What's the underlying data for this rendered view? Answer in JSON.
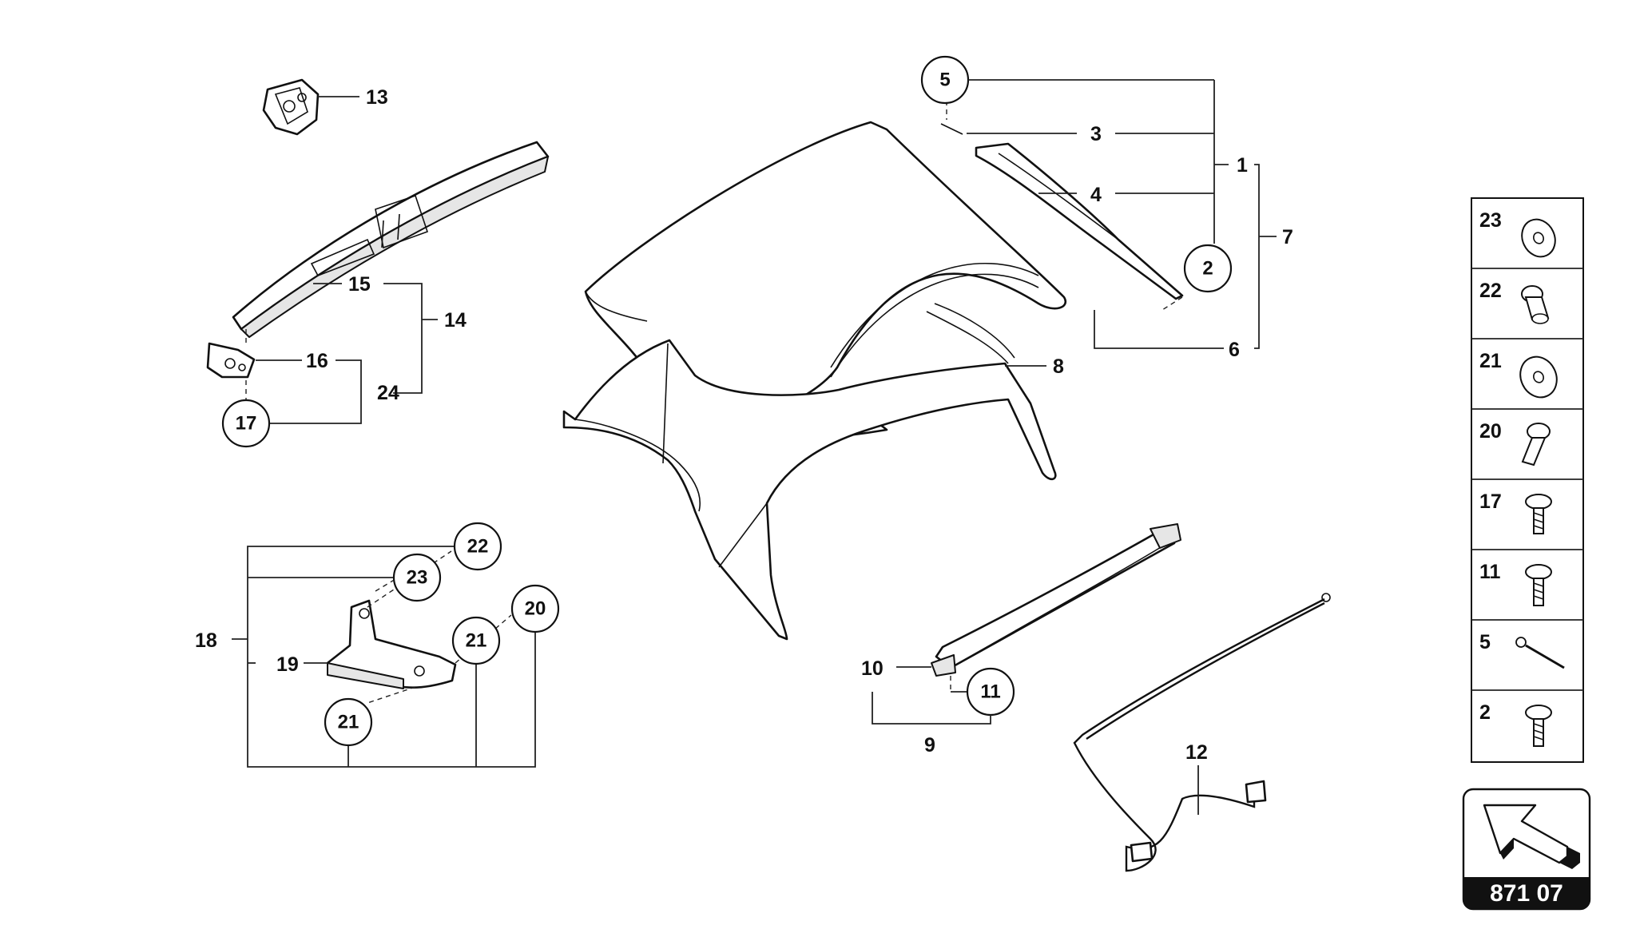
{
  "callouts": {
    "c1": "1",
    "c2": "2",
    "c3": "3",
    "c4": "4",
    "c5": "5",
    "c6": "6",
    "c7": "7",
    "c8": "8",
    "c9": "9",
    "c10": "10",
    "c11": "11",
    "c12": "12",
    "c13": "13",
    "c14": "14",
    "c15": "15",
    "c16": "16",
    "c17": "17",
    "c18": "18",
    "c19": "19",
    "c20": "20",
    "c21a": "21",
    "c21b": "21",
    "c22": "22",
    "c23": "23",
    "c24": "24"
  },
  "legend": {
    "items": [
      {
        "label": "23",
        "icon": "washer-icon"
      },
      {
        "label": "22",
        "icon": "clip-icon"
      },
      {
        "label": "21",
        "icon": "washer-icon"
      },
      {
        "label": "20",
        "icon": "pin-icon"
      },
      {
        "label": "17",
        "icon": "screw-icon"
      },
      {
        "label": "11",
        "icon": "screw-icon"
      },
      {
        "label": "5",
        "icon": "bolt-icon"
      },
      {
        "label": "2",
        "icon": "screw-icon"
      }
    ]
  },
  "reference": {
    "code": "871 07",
    "icon": "direction-arrow-icon"
  },
  "colors": {
    "line": "#111111",
    "background": "#ffffff",
    "reference_badge": "#111111"
  }
}
